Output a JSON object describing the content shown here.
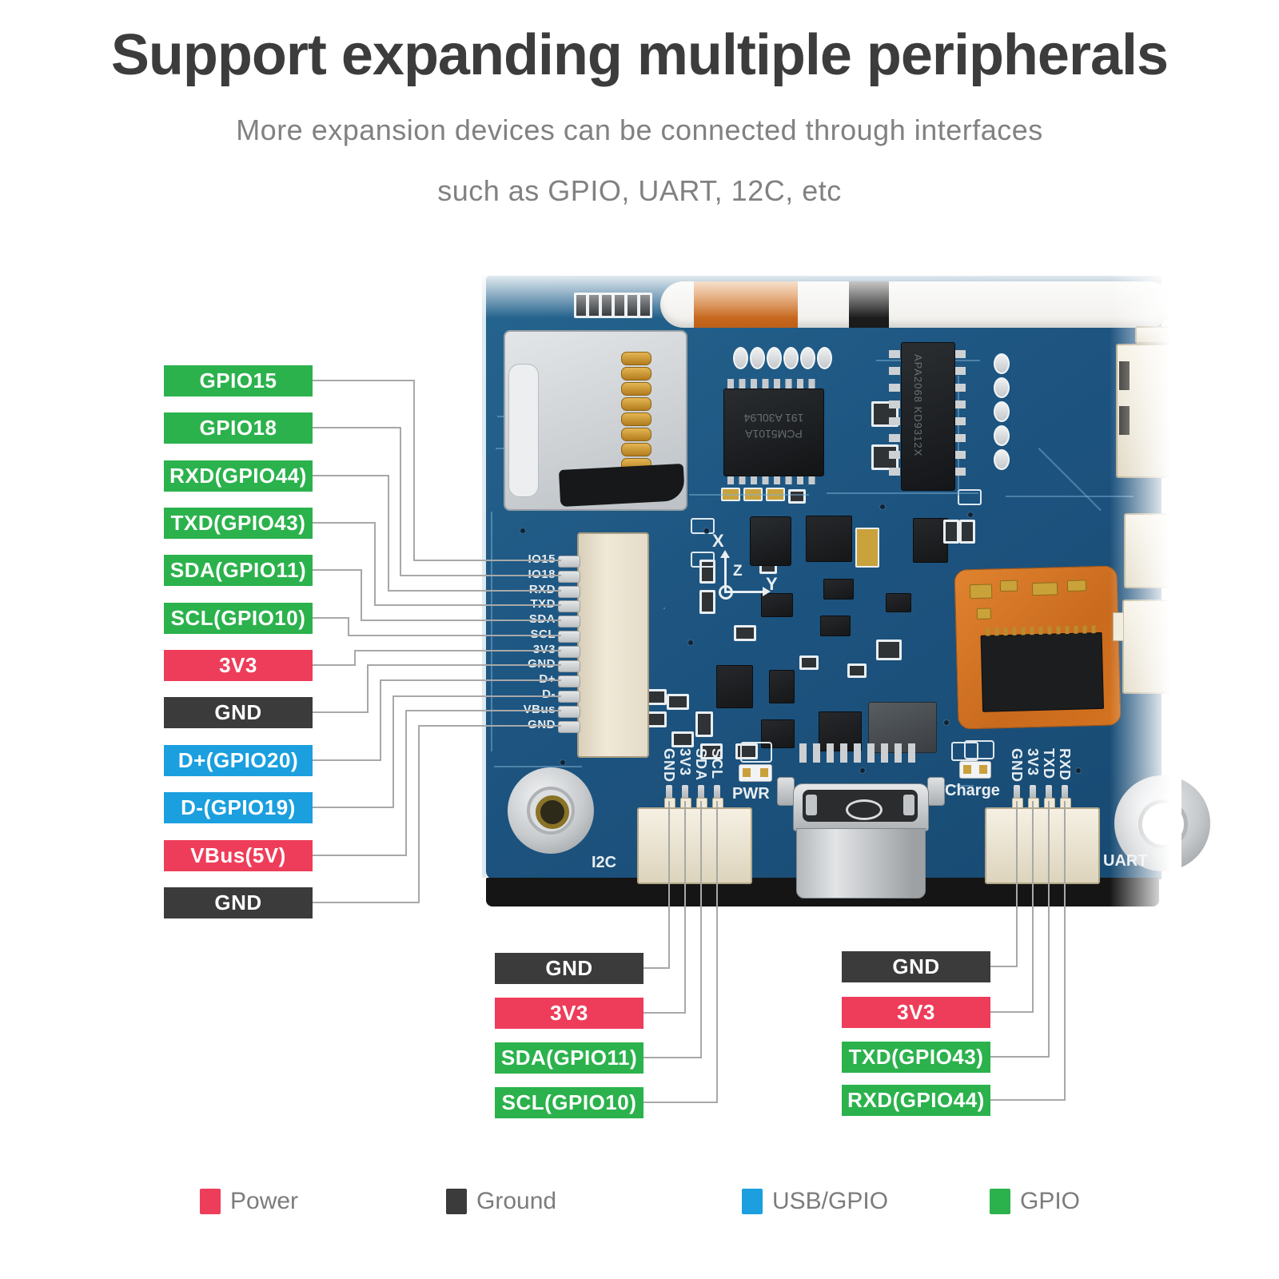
{
  "header": {
    "title": "Support expanding multiple peripherals",
    "subtitle_line1": "More expansion devices can be connected through interfaces",
    "subtitle_line2": "such as GPIO, UART, 12C, etc"
  },
  "theme": {
    "power": "#ee3d5a",
    "ground": "#3b3b3b",
    "usb_gpio": "#1b9fdf",
    "gpio": "#2bb24c",
    "board": "#1d5480",
    "leader": "#a8a8a8"
  },
  "left_labels": [
    {
      "text": "GPIO15",
      "type": "gpio"
    },
    {
      "text": "GPIO18",
      "type": "gpio"
    },
    {
      "text": "RXD(GPIO44)",
      "type": "gpio"
    },
    {
      "text": "TXD(GPIO43)",
      "type": "gpio"
    },
    {
      "text": "SDA(GPIO11)",
      "type": "gpio"
    },
    {
      "text": "SCL(GPIO10)",
      "type": "gpio"
    },
    {
      "text": "3V3",
      "type": "power"
    },
    {
      "text": "GND",
      "type": "ground"
    },
    {
      "text": "D+(GPIO20)",
      "type": "usb_gpio"
    },
    {
      "text": "D-(GPIO19)",
      "type": "usb_gpio"
    },
    {
      "text": "VBus(5V)",
      "type": "power"
    },
    {
      "text": "GND",
      "type": "ground"
    }
  ],
  "i2c_labels": [
    {
      "text": "GND",
      "type": "ground"
    },
    {
      "text": "3V3",
      "type": "power"
    },
    {
      "text": "SDA(GPIO11)",
      "type": "gpio"
    },
    {
      "text": "SCL(GPIO10)",
      "type": "gpio"
    }
  ],
  "uart_labels": [
    {
      "text": "GND",
      "type": "ground"
    },
    {
      "text": "3V3",
      "type": "power"
    },
    {
      "text": "TXD(GPIO43)",
      "type": "gpio"
    },
    {
      "text": "RXD(GPIO44)",
      "type": "gpio"
    }
  ],
  "board_silkscreen": {
    "fpc_pins": [
      "IO15",
      "IO18",
      "RXD",
      "TXD",
      "SDA",
      "SCL",
      "3V3",
      "GND",
      "D+",
      "D-",
      "VBus",
      "GND"
    ],
    "i2c_pins": [
      "GND",
      "3V3",
      "SDA",
      "SCL"
    ],
    "uart_pins": [
      "GND",
      "3V3",
      "TXD",
      "RXD"
    ],
    "pwr": "PWR",
    "charge": "Charge",
    "i2c_port": "I2C",
    "uart_port": "UART",
    "axis_x": "X",
    "axis_z": "Z",
    "axis_y": "Y"
  },
  "chip_markings": {
    "dac_line1": "PCM5101A",
    "dac_line2": "191  A30L94",
    "amp_line1": "APA2068",
    "amp_line2": "KD9312X"
  },
  "legend": [
    {
      "label": "Power",
      "type": "power"
    },
    {
      "label": "Ground",
      "type": "ground"
    },
    {
      "label": "USB/GPIO",
      "type": "usb_gpio"
    },
    {
      "label": "GPIO",
      "type": "gpio"
    }
  ]
}
